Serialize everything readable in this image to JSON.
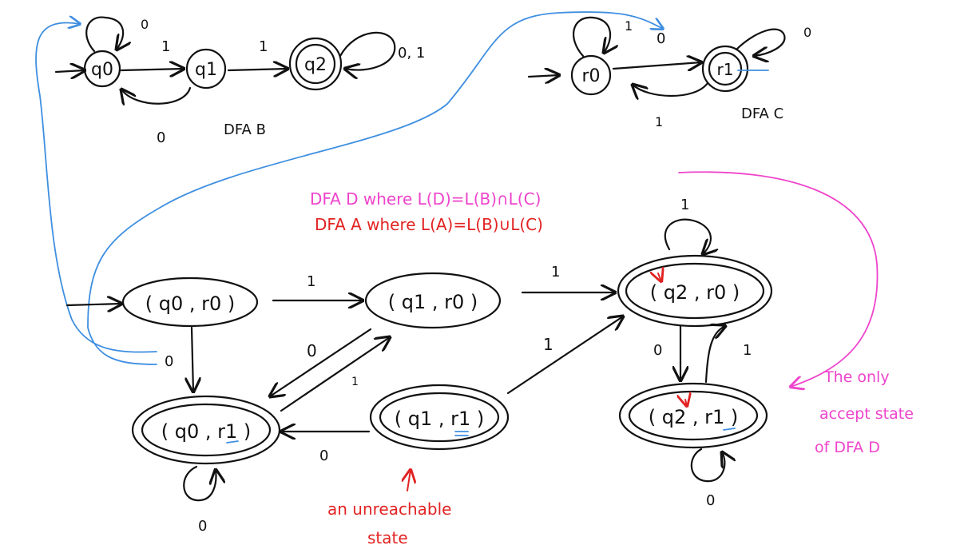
{
  "colors": {
    "ink": "#111111",
    "blue": "#3f8fe0",
    "pink": "#ee44cc",
    "red": "#e22222"
  },
  "dfa_b": {
    "caption": "DFA B",
    "states": [
      {
        "id": "q0",
        "label": "q0",
        "start": true,
        "accept": false
      },
      {
        "id": "q1",
        "label": "q1",
        "start": false,
        "accept": false
      },
      {
        "id": "q2",
        "label": "q2",
        "start": false,
        "accept": true
      }
    ],
    "transition_labels": {
      "q0_self": "0",
      "q0_q1": "1",
      "q1_q2": "1",
      "q1_q0": "0",
      "q2_self": "0, 1"
    }
  },
  "dfa_c": {
    "caption": "DFA C",
    "states": [
      {
        "id": "r0",
        "label": "r0",
        "start": true,
        "accept": false
      },
      {
        "id": "r1",
        "label": "r1",
        "start": false,
        "accept": true
      }
    ],
    "transition_labels": {
      "r0_self": "1",
      "r0_r1": "0",
      "r1_r0": "1",
      "r1_self": "0"
    }
  },
  "notes": {
    "dfa_d": "DFA D where L(D)=L(B)∩L(C)",
    "dfa_a": "DFA A where L(A)=L(B)∪L(C)",
    "only_accept": [
      "The only",
      "accept state",
      "of DFA D"
    ],
    "unreachable": [
      "an unreachable",
      "state"
    ]
  },
  "product": {
    "states": [
      {
        "id": "q0r0",
        "label": "( q0 , r0 )"
      },
      {
        "id": "q1r0",
        "label": "( q1 , r0 )"
      },
      {
        "id": "q2r0",
        "label": "( q2 , r0 )"
      },
      {
        "id": "q0r1",
        "label": "( q0 , r1 )"
      },
      {
        "id": "q1r1",
        "label": "( q1 , r1 )"
      },
      {
        "id": "q2r1",
        "label": "( q2 , r1 )"
      }
    ],
    "edge_labels": {
      "q0r0_q1r0": "1",
      "q1r0_q2r0": "1",
      "q0r0_q0r1": "0",
      "q1r0_q0r1": "0",
      "q0r1_q1r0": "1",
      "q1r1_q2r0": "1",
      "q1r1_q0r1": "0",
      "q0r1_self": "0",
      "q2r0_self": "1",
      "q2r0_q2r1": "0",
      "q2r1_q2r0": "1",
      "q2r1_self": "0"
    }
  }
}
